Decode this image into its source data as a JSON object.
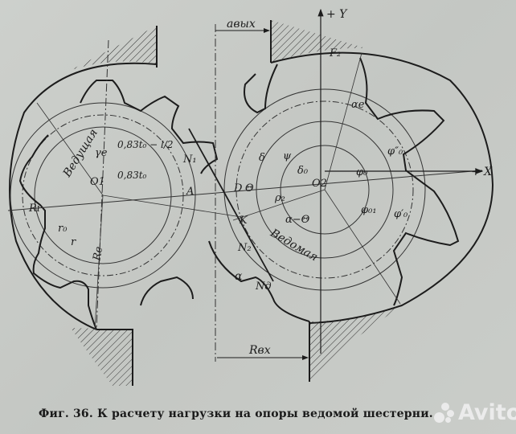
{
  "figure": {
    "caption": "Фиг. 36. К расчету нагрузки на опоры ведомой шестерни.",
    "watermark": "Avito"
  },
  "axes": {
    "y_label": "+ Y",
    "x_label": "+ X"
  },
  "driving_gear": {
    "name": "Ведущая",
    "center": "O1",
    "labels": {
      "gamma_e": "γe",
      "dim_upper": "0,83t₀ − l/2",
      "dim_lower": "0,83t₀",
      "Ri": "Ri",
      "r0": "r₀",
      "r": "r",
      "Re": "Re"
    }
  },
  "driven_gear": {
    "name": "Ведомая",
    "center": "O2",
    "labels": {
      "F2": "F₂",
      "alpha_e": "αe",
      "phi0_dd": "φ″₀",
      "phi0": "φ₀",
      "phi01": "φ₀₁",
      "phi0_d": "φ′₀",
      "delta": "δ",
      "psi": "ψ",
      "delta0": "δ₀",
      "rho2": "ρ₂",
      "alpha_minus_theta": "α−Θ"
    }
  },
  "mesh_points": {
    "N1": "N₁",
    "A": "A",
    "D": "D",
    "theta": "Θ",
    "K": "K",
    "N2": "N₂",
    "alpha": "α",
    "N_d": "Nд"
  },
  "dimensions": {
    "a_out": "aвых",
    "R_in": "Rвх"
  }
}
